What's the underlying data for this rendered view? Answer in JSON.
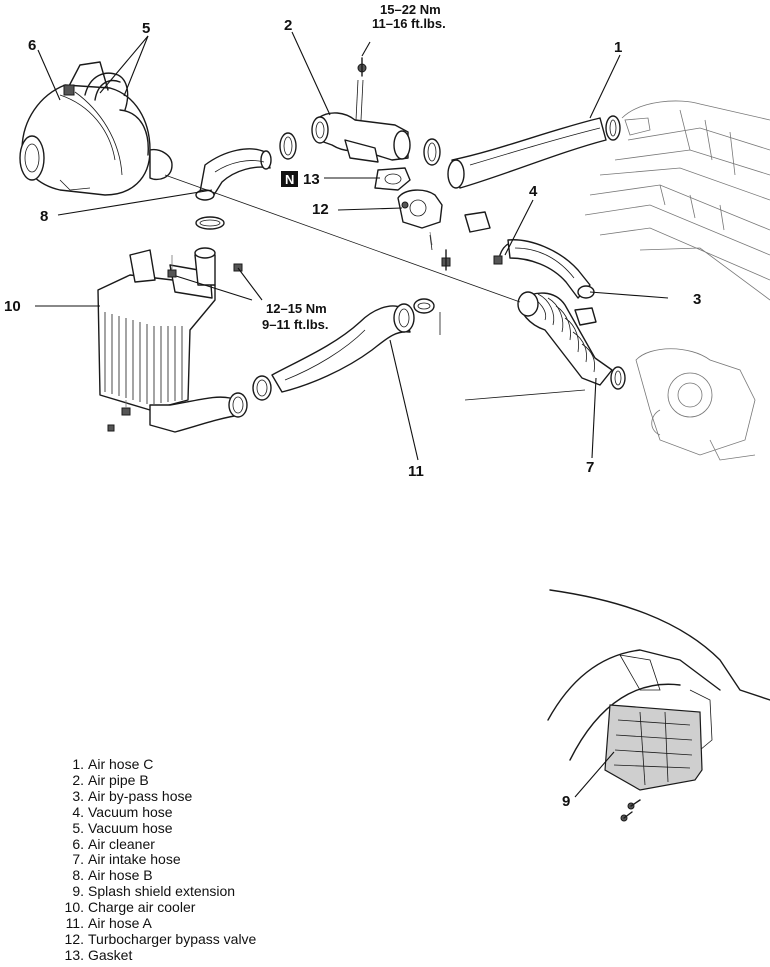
{
  "callouts": {
    "c1": "1",
    "c2": "2",
    "c3": "3",
    "c4": "4",
    "c5": "5",
    "c6": "6",
    "c7": "7",
    "c8": "8",
    "c9": "9",
    "c10": "10",
    "c11": "11",
    "c12": "12",
    "c13": "13"
  },
  "gasket_badge": "N",
  "torque_top": {
    "line1": "15–22  Nm",
    "line2": "11–16  ft.lbs."
  },
  "torque_cooler": {
    "line1": "12–15  Nm",
    "line2": "9–11  ft.lbs."
  },
  "legend": [
    {
      "num": "1.",
      "label": "Air hose C"
    },
    {
      "num": "2.",
      "label": "Air pipe B"
    },
    {
      "num": "3.",
      "label": "Air by-pass hose"
    },
    {
      "num": "4.",
      "label": "Vacuum hose"
    },
    {
      "num": "5.",
      "label": "Vacuum hose"
    },
    {
      "num": "6.",
      "label": "Air cleaner"
    },
    {
      "num": "7.",
      "label": "Air intake hose"
    },
    {
      "num": "8.",
      "label": "Air hose B"
    },
    {
      "num": "9.",
      "label": "Splash shield extension"
    },
    {
      "num": "10.",
      "label": "Charge air cooler"
    },
    {
      "num": "11.",
      "label": "Air hose A"
    },
    {
      "num": "12.",
      "label": "Turbocharger bypass valve"
    },
    {
      "num": "13.",
      "label": "Gasket"
    }
  ]
}
